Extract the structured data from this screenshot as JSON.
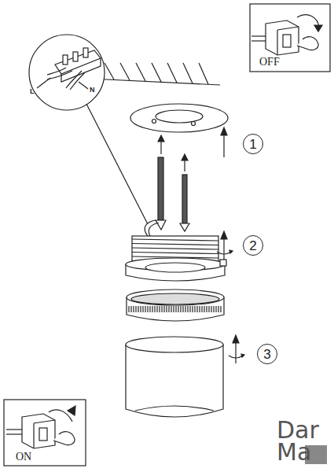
{
  "diagram": {
    "nodes": [
      {
        "text": [
          "1"
        ]
      },
      {
        "text": [
          "2"
        ]
      },
      {
        "text": [
          "3"
        ]
      }
    ],
    "labels": [
      "OFF",
      "L",
      "N",
      "ON",
      "Dar",
      "Ma"
    ]
  }
}
